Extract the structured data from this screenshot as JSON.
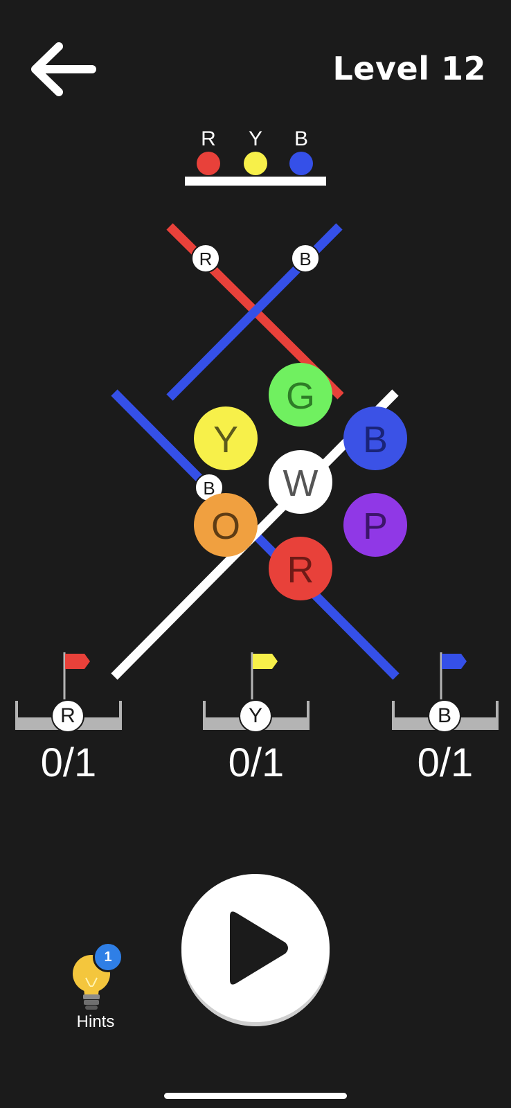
{
  "header": {
    "back_icon": "arrow-left-icon",
    "level_title": "Level 12"
  },
  "queue": [
    {
      "label": "R",
      "color": "#e8413a"
    },
    {
      "label": "Y",
      "color": "#f7f04a"
    },
    {
      "label": "B",
      "color": "#3550e8"
    }
  ],
  "board": {
    "sticks": [
      {
        "id": "red",
        "color": "#e8413a"
      },
      {
        "id": "blue-upper",
        "color": "#3550e8"
      },
      {
        "id": "blue-lower",
        "color": "#3550e8"
      },
      {
        "id": "white",
        "color": "#ffffff"
      }
    ],
    "pins": [
      "R",
      "B",
      "B"
    ],
    "balls": [
      {
        "label": "G",
        "color": "#70f060",
        "text_color": "#2e7d27"
      },
      {
        "label": "Y",
        "color": "#f7f04a",
        "text_color": "#5c5a1c"
      },
      {
        "label": "B",
        "color": "#3b52e6",
        "text_color": "#1a2478"
      },
      {
        "label": "W",
        "color": "#ffffff",
        "text_color": "#555555"
      },
      {
        "label": "O",
        "color": "#f0a040",
        "text_color": "#5e3c14"
      },
      {
        "label": "P",
        "color": "#9038e6",
        "text_color": "#3c156a"
      },
      {
        "label": "R",
        "color": "#e8413a",
        "text_color": "#6e1a16"
      }
    ]
  },
  "goals": [
    {
      "label": "R",
      "flag_color": "#e8413a",
      "count": "0/1"
    },
    {
      "label": "Y",
      "flag_color": "#f7f04a",
      "count": "0/1"
    },
    {
      "label": "B",
      "flag_color": "#3550e8",
      "count": "0/1"
    }
  ],
  "hints": {
    "label": "Hints",
    "badge": "1",
    "icon": "lightbulb-icon"
  },
  "play": {
    "icon": "play-icon"
  }
}
